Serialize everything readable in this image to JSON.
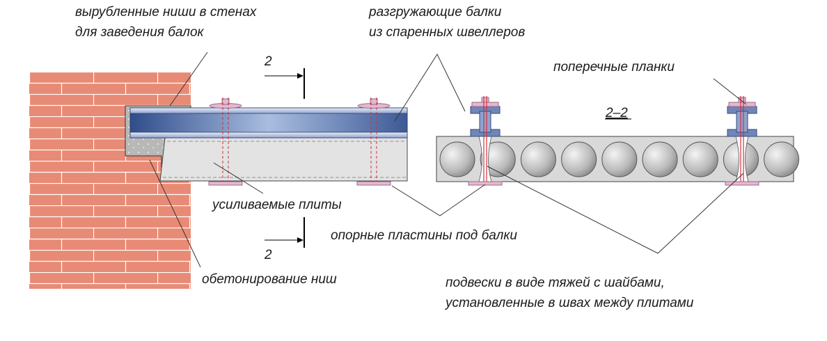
{
  "labels": {
    "niches_line1": "вырубленные ниши в стенах",
    "niches_line2": "для заведения балок",
    "beams_line1": "разгружающие балки",
    "beams_line2": "из спаренных швеллеров",
    "crossbars": "поперечные планки",
    "slabs": "усиливаемые плиты",
    "plates": "опорные пластины под балки",
    "concreting": "обетонирование ниш",
    "hangers_line1": "подвески в виде тяжей с шайбами,",
    "hangers_line2": "установленные в швах между плитами"
  },
  "section": {
    "mark_top": "2",
    "mark_bottom": "2",
    "title": "2–2"
  },
  "colors": {
    "brick": "#e88b76",
    "mortar": "#ffffff",
    "concrete": "#bfbfbf",
    "slab": "#e3e3e3",
    "beam_blue": "#6f86b8",
    "hanger_red": "#d2303c",
    "plate_pink": "#e5b8cf"
  },
  "slab_voids": 9
}
